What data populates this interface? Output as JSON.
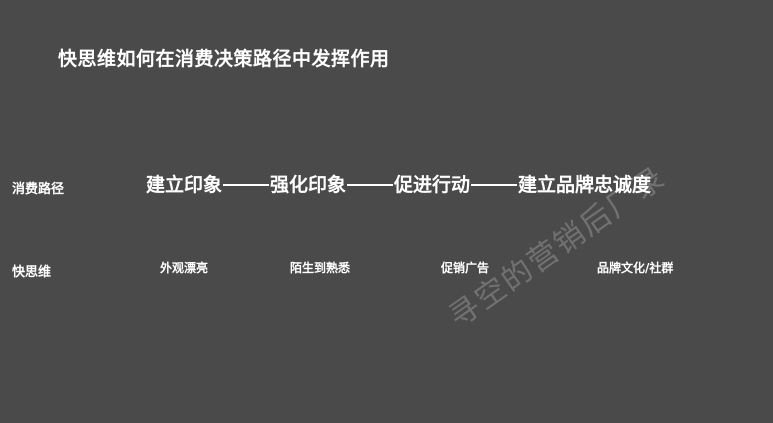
{
  "title": "快思维如何在消费决策路径中发挥作用",
  "rows": {
    "path_label": "消费路径",
    "fast_label": "快思维"
  },
  "flow": {
    "steps": [
      "建立印象",
      "强化印象",
      "促进行动",
      "建立品牌忠诚度"
    ]
  },
  "fast_items": [
    "外观漂亮",
    "陌生到熟悉",
    "促销广告",
    "品牌文化/社群"
  ],
  "watermark": "寻空的营销后厂录",
  "colors": {
    "background": "#4a4a4a",
    "text": "#ffffff"
  }
}
